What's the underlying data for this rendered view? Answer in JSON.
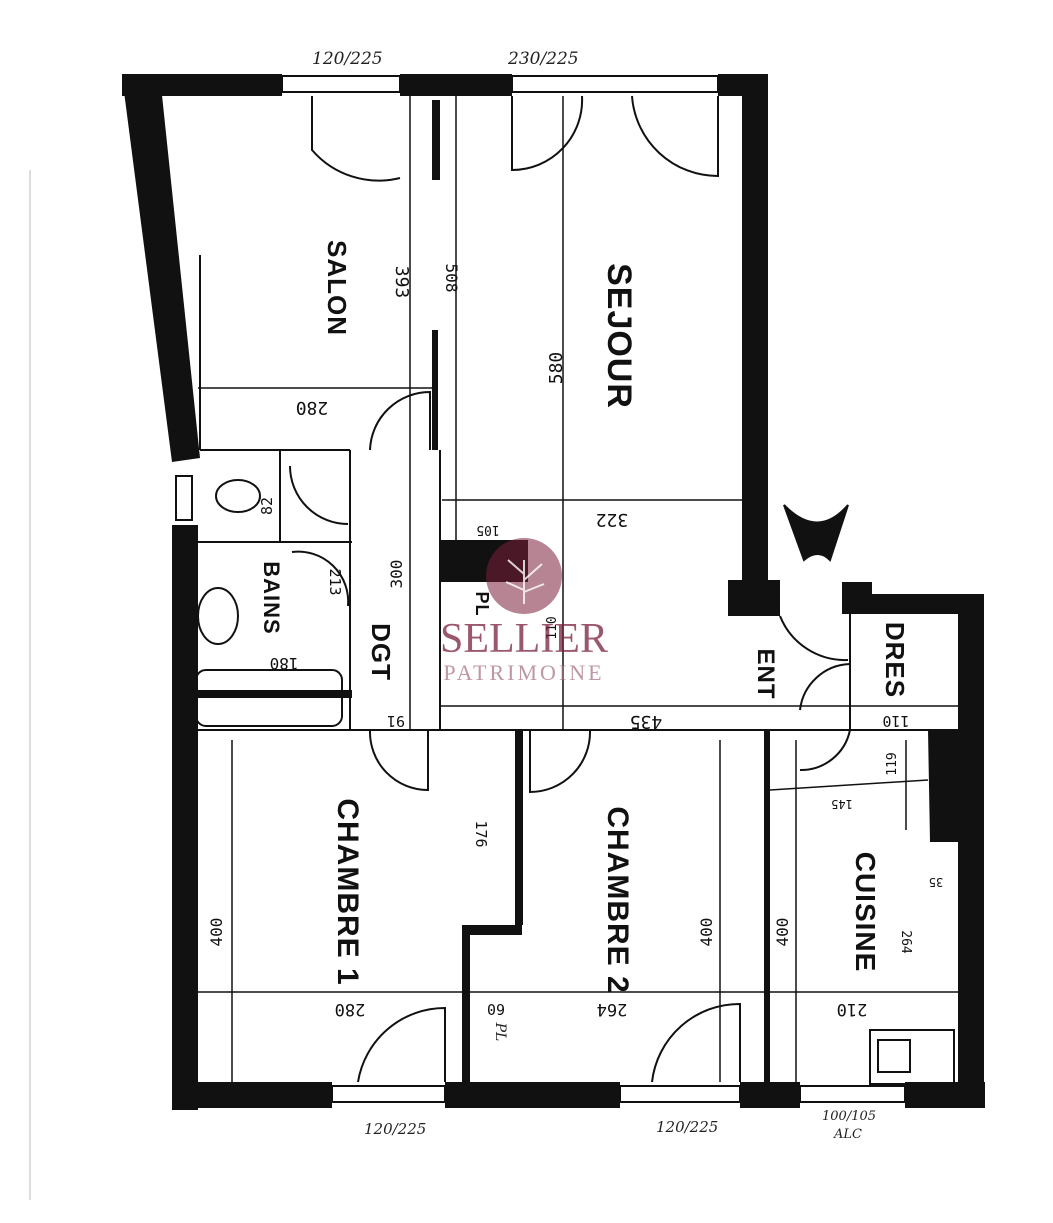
{
  "rooms": {
    "salon": "SALON",
    "sejour": "SEJOUR",
    "bains": "BAINS",
    "dgt": "DGT",
    "pl": "PL",
    "ent": "ENT",
    "dres": "DRES",
    "chambre1": "CHAMBRE 1",
    "chambre2": "CHAMBRE 2",
    "cuisine": "CUISINE",
    "pl2": "PL"
  },
  "dimensions": {
    "salon_height": "393",
    "sejour_v508": "508",
    "salon_width": "280",
    "sejour_height": "580",
    "sejour_width": "322",
    "sejour_105": "105",
    "wc_82": "82",
    "bains_213": "213",
    "dgt_300": "300",
    "pl_110": "110",
    "bains_180": "180",
    "dgt_91": "91",
    "hall_435": "435",
    "dres_110": "110",
    "cuisine_119": "119",
    "cuisine_145": "145",
    "chambre1_176": "176",
    "cuisine_35": "35",
    "chambre1_400": "400",
    "chambre2_400": "400",
    "cuisine_400": "400",
    "cuisine_264": "264",
    "chambre1_280": "280",
    "pl_60": "60",
    "chambre2_264": "264",
    "cuisine_210": "210"
  },
  "windows": {
    "salon_top": "120/225",
    "sejour_top": "230/225",
    "chambre1_bottom": "120/225",
    "chambre2_bottom": "120/225",
    "cuisine_bottom_1": "100/105",
    "cuisine_bottom_2": "ALC"
  },
  "watermark": {
    "title": "SELLIER",
    "subtitle": "PATRIMOINE"
  },
  "colors": {
    "wall": "#111111",
    "watermark": "#7a1f3a"
  }
}
